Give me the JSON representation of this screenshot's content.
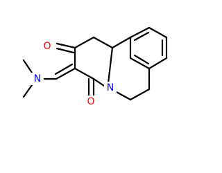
{
  "molecule": {
    "atoms": {
      "carbonyl_oxygen_1": {
        "symbol": "O",
        "color": "#ff0000"
      },
      "carbonyl_oxygen_2": {
        "symbol": "O",
        "color": "#ff0000"
      },
      "ring_nitrogen": {
        "symbol": "N",
        "color": "#0000ff"
      },
      "amine_nitrogen": {
        "symbol": "N",
        "color": "#0000ff"
      }
    },
    "bond_color": "#000000",
    "background": "#ffffff"
  }
}
